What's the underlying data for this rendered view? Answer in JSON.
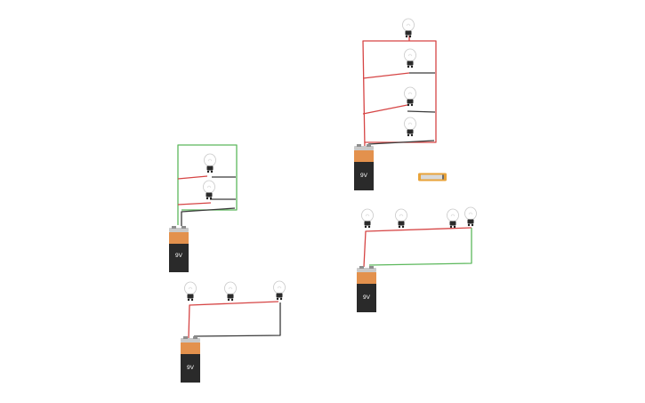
{
  "canvas": {
    "background": "#ffffff"
  },
  "colors": {
    "wire_red": "#d64545",
    "wire_black": "#3a3a3a",
    "wire_green": "#5cb85c",
    "battery_orange": "#e3914d",
    "battery_body": "#2a2a2a"
  },
  "components": {
    "battery_1": {
      "label": "9V",
      "icon": "battery-9v-icon"
    },
    "battery_2": {
      "label": "9V",
      "icon": "battery-9v-icon"
    },
    "battery_3": {
      "label": "9V",
      "icon": "battery-9v-icon"
    },
    "battery_4": {
      "label": "9V",
      "icon": "battery-9v-icon"
    },
    "bulb_icon": "light-bulb-icon",
    "resistor_icon": "resistor-icon"
  }
}
